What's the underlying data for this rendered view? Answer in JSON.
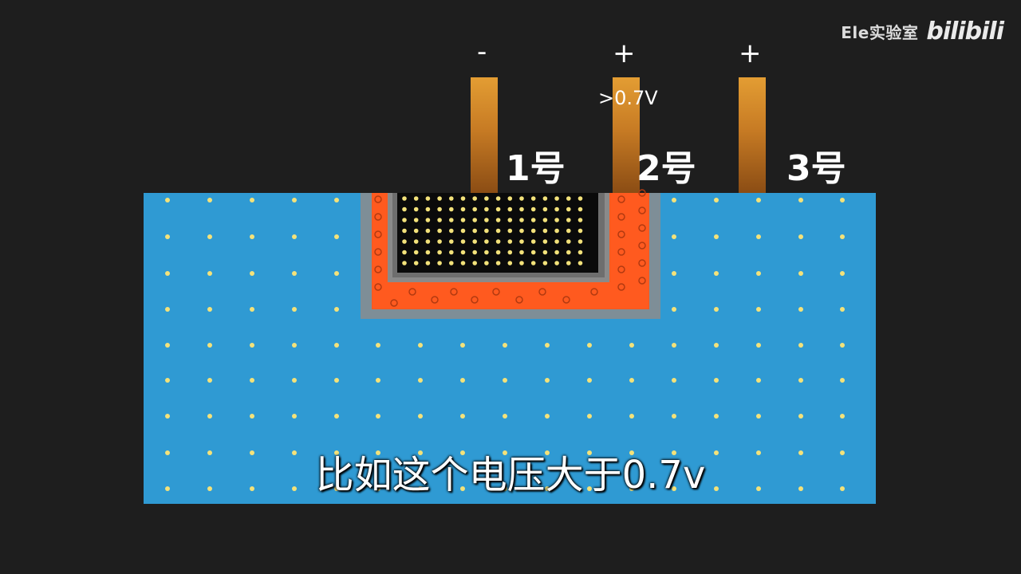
{
  "watermark": {
    "channel": "Ele实验室",
    "logo": "bilibili"
  },
  "terminals": [
    {
      "sign": "-",
      "label": "1号"
    },
    {
      "sign": "+",
      "label": "2号",
      "voltage": ">0.7V"
    },
    {
      "sign": "+",
      "label": "3号"
    }
  ],
  "subtitle": "比如这个电压大于0.7v",
  "colors": {
    "background": "#1e1e1e",
    "substrate": "#2f9ad3",
    "carrier_dot": "#f3e27a",
    "p_region": "#ff5a1f",
    "depletion": "#8c8c8c",
    "electrode": "#d88a2a"
  }
}
